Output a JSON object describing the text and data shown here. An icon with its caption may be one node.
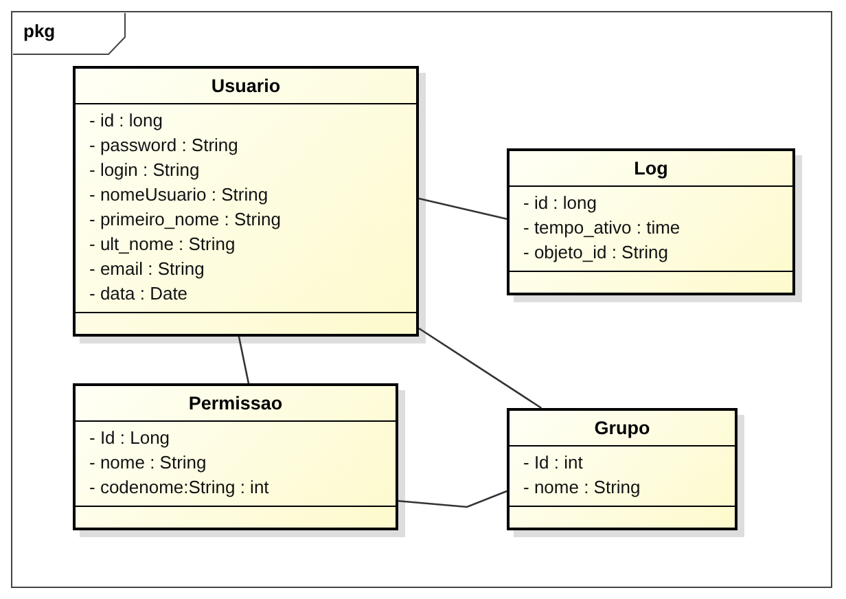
{
  "diagram": {
    "nodes": [
      {
        "text": [
          "pkg"
        ]
      },
      {
        "text": [
          "Usuario",
          "- id : long",
          "- password : String",
          "- login : String",
          "- nomeUsuario : String",
          "- primeiro_nome : String",
          "- ult_nome : String",
          "- email : String",
          "- data : Date"
        ],
        "in": 0
      },
      {
        "text": [
          "Log",
          "- id : long",
          "- tempo_ativo : time",
          "- objeto_id : String"
        ],
        "in": 0
      },
      {
        "text": [
          "Permissao",
          "- Id : Long",
          "- nome : String",
          "- codenome:String : int"
        ],
        "in": 0
      },
      {
        "text": [
          "Grupo",
          "- Id : int",
          "- nome : String"
        ],
        "in": 0
      }
    ],
    "edges": [
      {
        "from": 1,
        "to": 2,
        "arrow": "none"
      },
      {
        "from": 1,
        "to": 3,
        "arrow": "none"
      },
      {
        "from": 1,
        "to": 4,
        "arrow": "none"
      },
      {
        "from": 3,
        "to": 4,
        "arrow": "none"
      }
    ]
  }
}
